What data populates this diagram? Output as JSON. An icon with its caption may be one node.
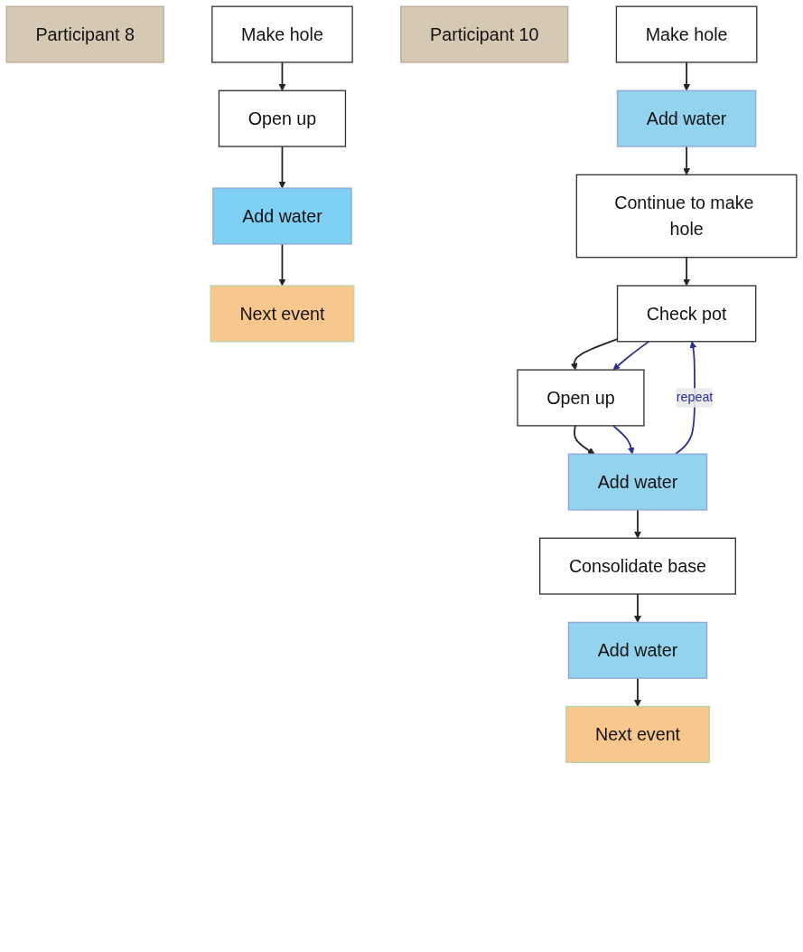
{
  "diagram": {
    "nodes": [
      {
        "text": [
          "Participant 8"
        ]
      },
      {
        "text": [
          "Make hole"
        ]
      },
      {
        "text": [
          "Open up"
        ]
      },
      {
        "text": [
          "Add water"
        ]
      },
      {
        "text": [
          "Next event"
        ]
      },
      {
        "text": [
          "Participant 10"
        ]
      },
      {
        "text": [
          "Make hole"
        ]
      },
      {
        "text": [
          "Add water"
        ]
      },
      {
        "text": [
          "Continue to make hole"
        ]
      },
      {
        "text": [
          "Check pot"
        ]
      },
      {
        "text": [
          "Open up"
        ]
      },
      {
        "text": [
          "Add water"
        ]
      },
      {
        "text": [
          "Consolidate base"
        ]
      },
      {
        "text": [
          "Add water"
        ]
      },
      {
        "text": [
          "Next event"
        ]
      }
    ],
    "edges": [
      {
        "from": 1,
        "to": 2,
        "arrow": "to"
      },
      {
        "from": 2,
        "to": 3,
        "arrow": "to"
      },
      {
        "from": 3,
        "to": 4,
        "arrow": "to"
      },
      {
        "from": 6,
        "to": 7,
        "arrow": "to"
      },
      {
        "from": 7,
        "to": 8,
        "arrow": "to"
      },
      {
        "from": 8,
        "to": 9,
        "arrow": "to"
      },
      {
        "from": 9,
        "to": 10,
        "arrow": "to"
      },
      {
        "from": 9,
        "to": 10,
        "arrow": "to",
        "color": "#2e3192"
      },
      {
        "from": 10,
        "to": 11,
        "arrow": "to"
      },
      {
        "from": 10,
        "to": 11,
        "arrow": "to",
        "color": "#2e3192"
      },
      {
        "from": 11,
        "to": 9,
        "arrow": "to",
        "label": "repeat",
        "color": "#2e3192"
      },
      {
        "from": 11,
        "to": 12,
        "arrow": "to"
      },
      {
        "from": 12,
        "to": 13,
        "arrow": "to"
      },
      {
        "from": 13,
        "to": 14,
        "arrow": "to"
      }
    ]
  }
}
